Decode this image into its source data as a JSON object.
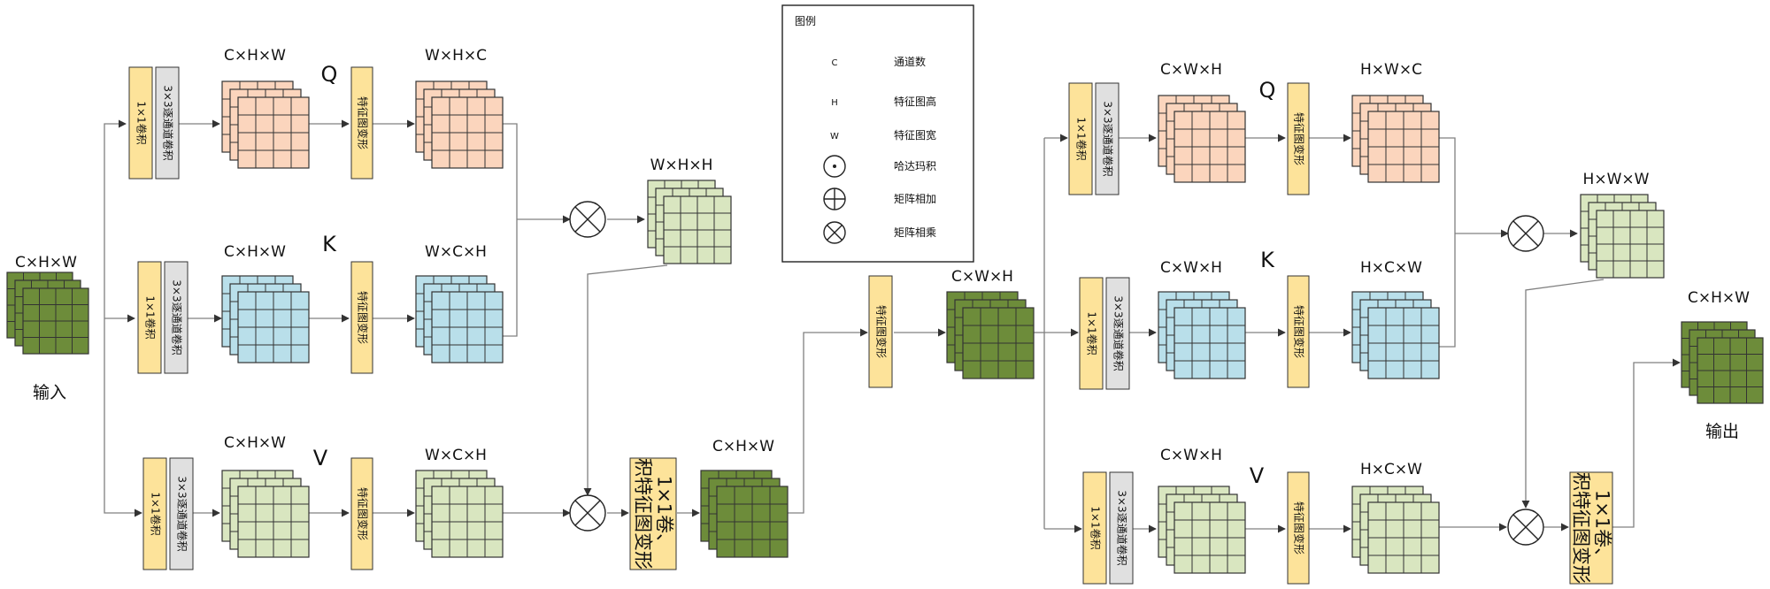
{
  "colors": {
    "q": "#fbd5bd",
    "k": "#b9dfea",
    "v": "#d9e6c0",
    "green": "#6d8c3a",
    "yellow": "#fde39a",
    "gray": "#e0e0e0",
    "stroke": "#333333",
    "line": "#808080"
  },
  "labels": {
    "input": "输入",
    "output": "输出",
    "Q": "Q",
    "K": "K",
    "V": "V",
    "conv1x1": "1×1卷积",
    "dwconv": "3×3逐通道卷积",
    "reshape": "特征图变形",
    "conv_reshape": "1×1卷、积特征图变形"
  },
  "dims": {
    "input": "C×H×W",
    "s1_q": "C×H×W",
    "s1_q_r": "W×H×C",
    "s1_k": "C×H×W",
    "s1_k_r": "W×C×H",
    "s1_v": "C×H×W",
    "s1_v_r": "W×C×H",
    "s1_attn": "W×H×H",
    "s1_out": "C×H×W",
    "mid": "C×W×H",
    "s2_q": "C×W×H",
    "s2_q_r": "H×W×C",
    "s2_k": "C×W×H",
    "s2_k_r": "H×C×W",
    "s2_v": "C×W×H",
    "s2_v_r": "H×C×W",
    "s2_attn": "H×W×W",
    "output": "C×H×W"
  },
  "legend": {
    "title": "图例",
    "items": [
      {
        "symbol": "C",
        "text": "通道数"
      },
      {
        "symbol": "H",
        "text": "特征图高"
      },
      {
        "symbol": "W",
        "text": "特征图宽"
      },
      {
        "symbol": "hadamard",
        "text": "哈达玛积"
      },
      {
        "symbol": "plus",
        "text": "矩阵相加"
      },
      {
        "symbol": "times",
        "text": "矩阵相乘"
      }
    ]
  }
}
